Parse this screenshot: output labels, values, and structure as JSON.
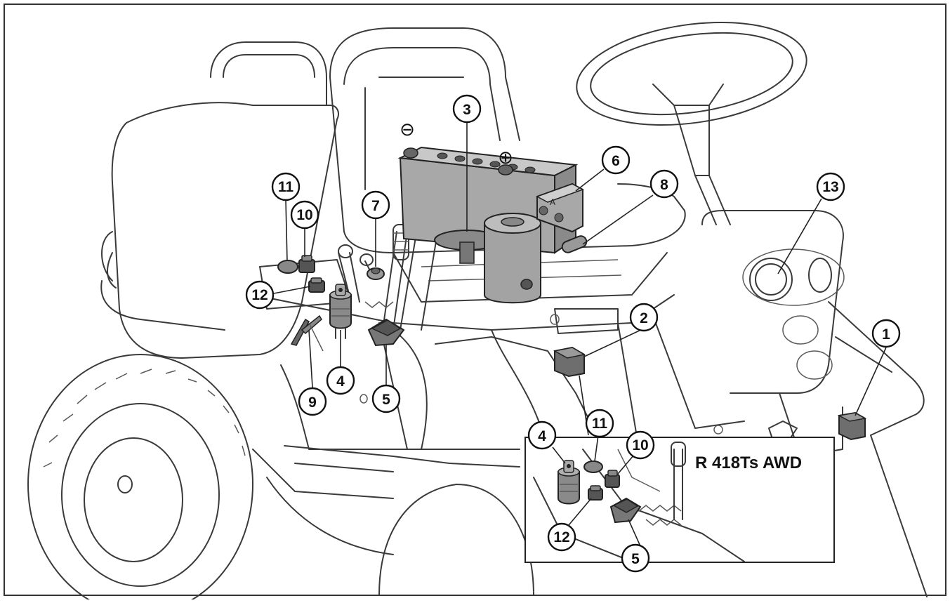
{
  "colors": {
    "outline": "#3a3a3a",
    "part_fill": "#9a9a9a",
    "part_dark": "#6e6e6e",
    "frame": "#333333"
  },
  "inset": {
    "title": "R 418Ts AWD"
  },
  "terminals": {
    "negative": "⊖",
    "positive": "⊕"
  },
  "callouts": [
    {
      "id": "c1",
      "label": "1"
    },
    {
      "id": "c2",
      "label": "2"
    },
    {
      "id": "c3",
      "label": "3"
    },
    {
      "id": "c4",
      "label": "4"
    },
    {
      "id": "c5",
      "label": "5"
    },
    {
      "id": "c6",
      "label": "6"
    },
    {
      "id": "c7",
      "label": "7"
    },
    {
      "id": "c8",
      "label": "8"
    },
    {
      "id": "c9",
      "label": "9"
    },
    {
      "id": "c10",
      "label": "10"
    },
    {
      "id": "c11",
      "label": "11"
    },
    {
      "id": "c12",
      "label": "12"
    },
    {
      "id": "c13",
      "label": "13"
    },
    {
      "id": "i4",
      "label": "4"
    },
    {
      "id": "i5",
      "label": "5"
    },
    {
      "id": "i10",
      "label": "10"
    },
    {
      "id": "i11",
      "label": "11"
    },
    {
      "id": "i12",
      "label": "12"
    }
  ]
}
